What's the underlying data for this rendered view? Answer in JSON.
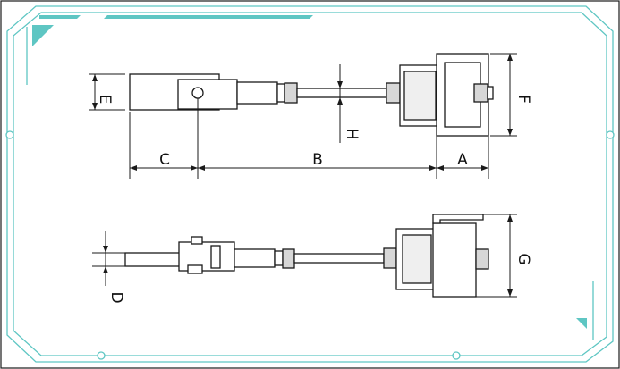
{
  "colors": {
    "frame": "#5ec6c3",
    "outer_border": "#1a1a1a",
    "drawing": "#1a1a1a",
    "part_fill": "#ffffff",
    "shade": "#c9c9c9"
  },
  "dimensions": {
    "a": "A",
    "b": "B",
    "c": "C",
    "d": "D",
    "e": "E",
    "f": "F",
    "g": "G",
    "h": "H"
  }
}
